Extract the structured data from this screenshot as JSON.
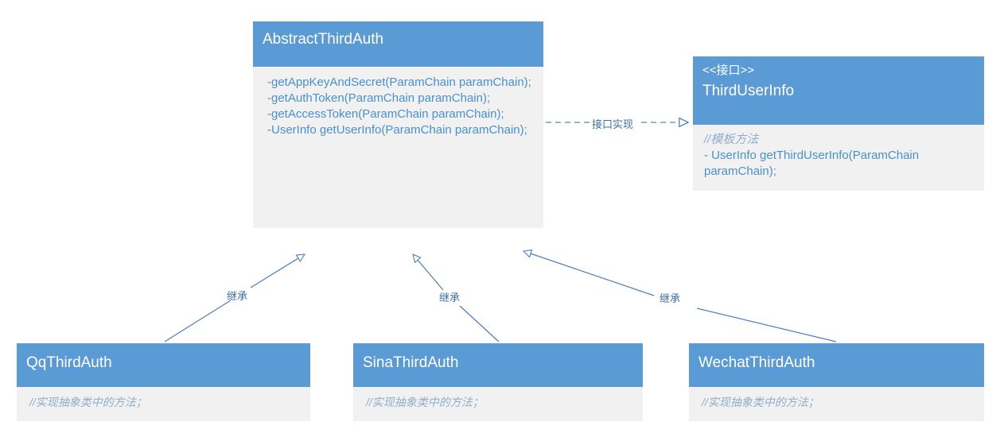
{
  "diagram": {
    "type": "uml-class-diagram",
    "colors": {
      "header_blue": "#5B9BD5",
      "body_gray": "#F1F1F1",
      "member_text": "#4A90CF",
      "comment_text": "#8FAEC9",
      "line": "#4A7EBB",
      "title_text": "#FFFFFF"
    },
    "classes": [
      {
        "id": "abstract",
        "name": "AbstractThirdAuth",
        "stereotype": "",
        "members": [
          "-getAppKeyAndSecret(ParamChain paramChain);",
          "-getAuthToken(ParamChain paramChain);",
          "-getAccessToken(ParamChain paramChain);",
          "-UserInfo getUserInfo(ParamChain paramChain);"
        ]
      },
      {
        "id": "interface",
        "name": "ThirdUserInfo",
        "stereotype": "<<接口>>",
        "comment": "//模板方法",
        "members": [
          "- UserInfo getThirdUserInfo(ParamChain paramChain);"
        ]
      },
      {
        "id": "qq",
        "name": "QqThirdAuth",
        "comment": "//实现抽象类中的方法；"
      },
      {
        "id": "sina",
        "name": "SinaThirdAuth",
        "comment": "//实现抽象类中的方法；"
      },
      {
        "id": "wechat",
        "name": "WechatThirdAuth",
        "comment": "//实现抽象类中的方法；"
      }
    ],
    "edges": [
      {
        "id": "realize",
        "label": "接口实现",
        "style": "dashed",
        "arrow": "hollow-triangle",
        "from": "abstract",
        "to": "interface"
      },
      {
        "id": "inherit-qq",
        "label": "继承",
        "style": "solid",
        "arrow": "hollow-triangle",
        "from": "qq",
        "to": "abstract"
      },
      {
        "id": "inherit-sina",
        "label": "继承",
        "style": "solid",
        "arrow": "hollow-triangle",
        "from": "sina",
        "to": "abstract"
      },
      {
        "id": "inherit-wechat",
        "label": "继承",
        "style": "solid",
        "arrow": "hollow-triangle",
        "from": "wechat",
        "to": "abstract"
      }
    ]
  }
}
